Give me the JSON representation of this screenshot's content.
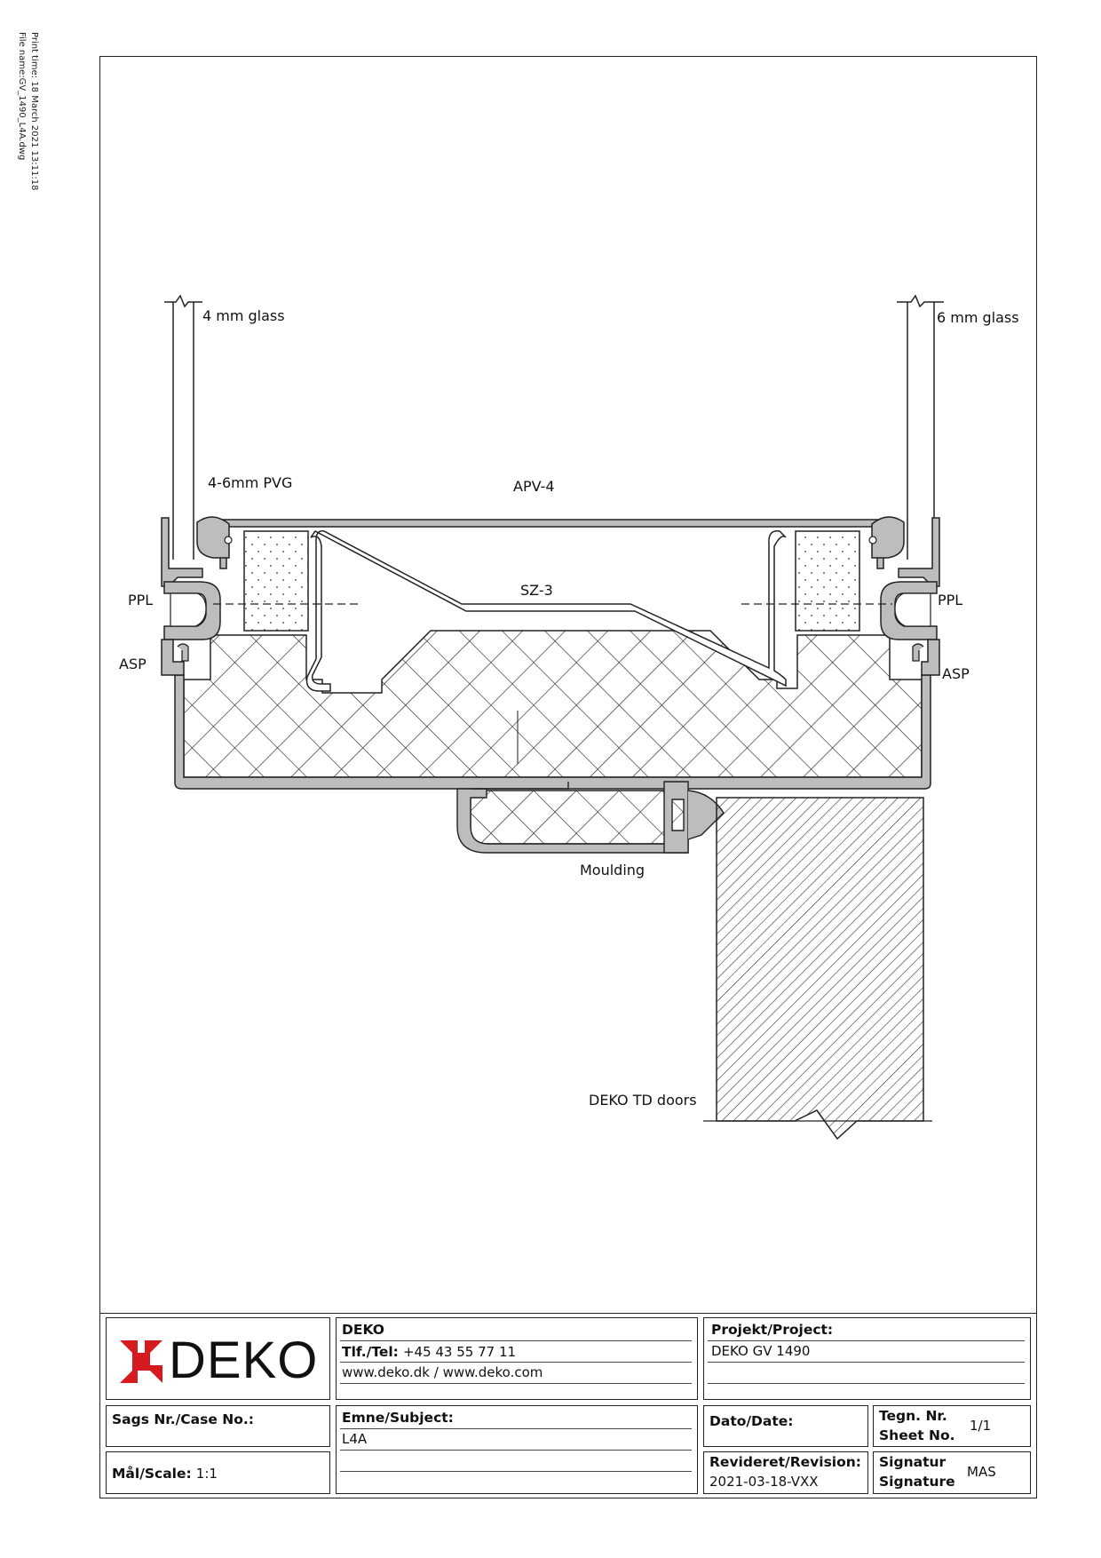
{
  "print_info": {
    "print_time": "Print time: 18 March 2021 13:11:18",
    "file_name": "File name:GV_1490_L4A.dwg"
  },
  "labels": {
    "glass_left": "4 mm glass",
    "glass_right": "6 mm glass",
    "pvg": "4-6mm PVG",
    "apv": "APV-4",
    "sz": "SZ-3",
    "ppl_left": "PPL",
    "ppl_right": "PPL",
    "asp_left": "ASP",
    "asp_right": "ASP",
    "moulding": "Moulding",
    "doors": "DEKO TD doors"
  },
  "title_block": {
    "logo_text": "DEKO",
    "company": "DEKO",
    "tel_label": "Tlf./Tel:",
    "tel_value": "+45 43 55 77 11",
    "web": "www.deko.dk / www.deko.com",
    "project_label": "Projekt/Project:",
    "project_value": "DEKO GV 1490",
    "case_label": "Sags Nr./Case No.:",
    "subject_label": "Emne/Subject:",
    "subject_value": "L4A",
    "date_label": "Dato/Date:",
    "sheet_label_1": "Tegn. Nr.",
    "sheet_label_2": "Sheet No.",
    "sheet_value": "1/1",
    "scale_label": "Mål/Scale:",
    "scale_value": "1:1",
    "revision_label": "Revideret/Revision:",
    "revision_value": "2021-03-18-VXX",
    "signature_label_1": "Signatur",
    "signature_label_2": "Signature",
    "signature_value": "MAS"
  },
  "colors": {
    "logo_red": "#d71920",
    "profile_gray": "#bdbdbd",
    "line": "#222222"
  }
}
